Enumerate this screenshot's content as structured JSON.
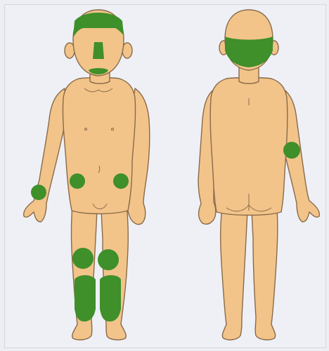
{
  "diagram": {
    "views": [
      "front",
      "back"
    ],
    "colors": {
      "skin": "#f2c48a",
      "outline": "#8a6a48",
      "lesion": "#3f8f2a",
      "background": "#eef0f6"
    },
    "front_lesion_sites": [
      "forehead",
      "nose",
      "chin",
      "left-wrist",
      "left-groin",
      "right-groin",
      "left-knee",
      "right-knee",
      "left-shin",
      "right-shin"
    ],
    "back_lesion_sites": [
      "occiput",
      "right-elbow"
    ]
  }
}
